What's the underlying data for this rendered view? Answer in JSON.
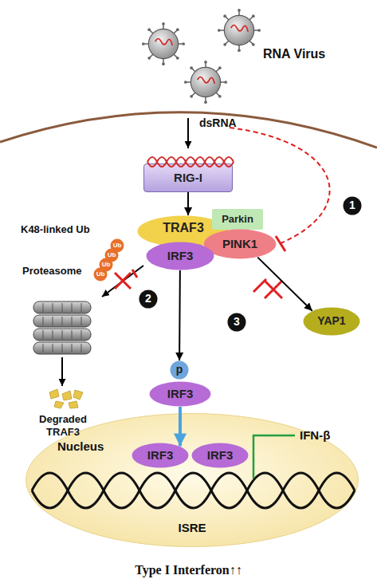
{
  "diagram": {
    "nodes": [
      {
        "text": [
          "RIG-I"
        ]
      },
      {
        "text": [
          "TRAF3"
        ]
      },
      {
        "text": [
          "Parkin"
        ]
      },
      {
        "text": [
          "PINK1"
        ]
      },
      {
        "text": [
          "IRF3"
        ]
      },
      {
        "text": [
          "YAP1"
        ]
      },
      {
        "text": [
          "p"
        ]
      },
      {
        "text": [
          "IRF3"
        ]
      },
      {
        "text": [
          "Nucleus",
          "ISRE"
        ]
      },
      {
        "text": [
          "IRF3"
        ],
        "in": 8
      },
      {
        "text": [
          "IRF3"
        ],
        "in": 8
      },
      {
        "text": [
          "Ub"
        ]
      },
      {
        "text": [
          "Ub"
        ]
      },
      {
        "text": [
          "Ub"
        ]
      },
      {
        "text": [
          "Ub"
        ]
      },
      {
        "text": [
          "1"
        ]
      },
      {
        "text": [
          "2"
        ]
      },
      {
        "text": [
          "3"
        ]
      }
    ],
    "edges": [
      {
        "from": 0,
        "to": 1,
        "arrow": "to"
      },
      {
        "from": 4,
        "to": 6,
        "arrow": "to"
      },
      {
        "from": 3,
        "to": 5,
        "arrow": "to"
      },
      {
        "from": 7,
        "to": 9,
        "arrow": "to"
      }
    ],
    "labels": [
      "RNA Virus",
      "dsRNA",
      "K48-linked Ub",
      "Proteasome",
      "Degraded TRAF3",
      "IFN-β",
      "Type I Interferon↑↑"
    ]
  }
}
